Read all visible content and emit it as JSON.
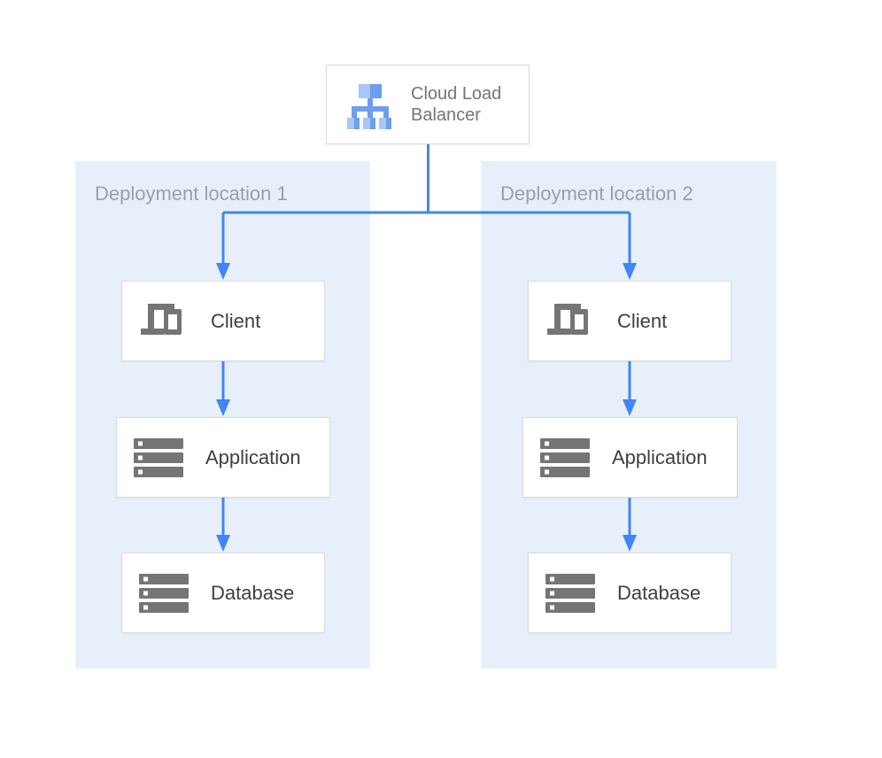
{
  "diagram": {
    "load_balancer": {
      "label": "Cloud Load Balancer",
      "icon": "load-balancer-icon"
    },
    "locations": [
      {
        "title": "Deployment location 1",
        "nodes": [
          {
            "label": "Client",
            "icon": "devices-icon"
          },
          {
            "label": "Application",
            "icon": "servers-icon"
          },
          {
            "label": "Database",
            "icon": "servers-icon"
          }
        ]
      },
      {
        "title": "Deployment location 2",
        "nodes": [
          {
            "label": "Client",
            "icon": "devices-icon"
          },
          {
            "label": "Application",
            "icon": "servers-icon"
          },
          {
            "label": "Database",
            "icon": "servers-icon"
          }
        ]
      }
    ],
    "colors": {
      "arrow_blue": "#4285f4",
      "panel_background": "#e7f0fa",
      "icon_gray": "#757575",
      "icon_blue_light": "#a9c6f8",
      "icon_blue_medium": "#6d9eef",
      "node_border": "#d9dbde",
      "node_label": "#3c4043",
      "panel_title": "#9aa0a6",
      "lb_label": "#757575"
    }
  }
}
